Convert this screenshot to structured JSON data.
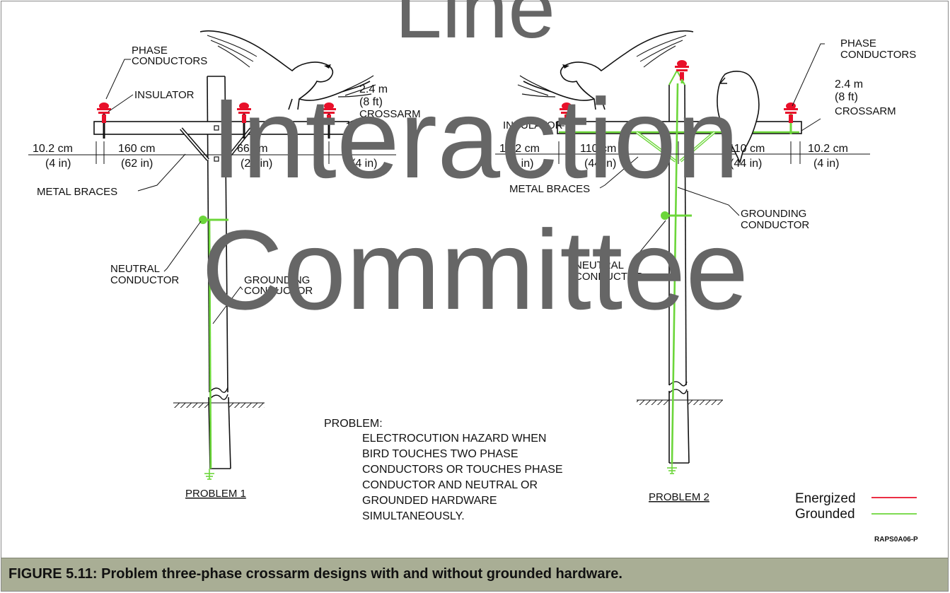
{
  "caption": "FIGURE 5.11: Problem three-phase crossarm designs with and without grounded hardware.",
  "watermark": {
    "line1": "Line",
    "line2": "Interaction",
    "line3": "Committee"
  },
  "colors": {
    "energized": "#e8102a",
    "grounded": "#6cd63a",
    "line": "#111111",
    "caption_bg": "#a9ae95",
    "watermark": "#666666"
  },
  "left": {
    "phase_conductors": [
      "PHASE",
      "CONDUCTORS"
    ],
    "insulator": "INSULATOR",
    "crossarm_len": [
      "2.4  m",
      "(8  ft)"
    ],
    "crossarm": "CROSSARM",
    "dims": [
      [
        "10.2  cm",
        "(4  in)"
      ],
      [
        "160  cm",
        "(62  in)"
      ],
      [
        "66  cm",
        "(26  in)"
      ],
      [
        "",
        "(4  in)"
      ]
    ],
    "metal_braces": "METAL  BRACES",
    "neutral_conductor": [
      "NEUTRAL",
      "CONDUCTOR"
    ],
    "grounding_conductor": [
      "GROUNDING",
      "CONDUCTOR"
    ],
    "title": "PROBLEM  1"
  },
  "right": {
    "phase_conductors": [
      "PHASE",
      "CONDUCTORS"
    ],
    "insulator": "INSULATOR",
    "crossarm_len": [
      "2.4  m",
      "(8  ft)"
    ],
    "crossarm": "CROSSARM",
    "dims": [
      [
        "10.2  cm",
        "(4  in)"
      ],
      [
        "110  cm",
        "(44  in)"
      ],
      [
        "110  cm",
        "(44  in)"
      ],
      [
        "10.2  cm",
        "(4  in)"
      ]
    ],
    "metal_braces": "METAL  BRACES",
    "grounding_conductor": [
      "GROUNDING",
      "CONDUCTOR"
    ],
    "neutral_conductor": [
      "NEUTRAL",
      "CONDUCTOR"
    ],
    "title": "PROBLEM  2"
  },
  "problem": {
    "heading": "PROBLEM:",
    "lines": [
      "ELECTROCUTION  HAZARD  WHEN",
      "BIRD  TOUCHES  TWO  PHASE",
      "CONDUCTORS  OR  TOUCHES  PHASE",
      "CONDUCTOR  AND  NEUTRAL  OR",
      "GROUNDED  HARDWARE",
      "SIMULTANEOUSLY."
    ]
  },
  "legend": {
    "energized": "Energized",
    "grounded": "Grounded"
  },
  "code": "RAPS0A06-P"
}
